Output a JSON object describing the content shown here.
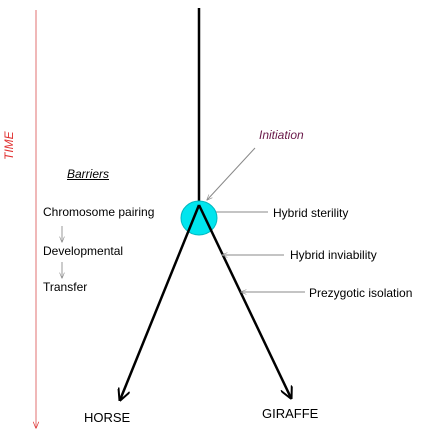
{
  "axis": {
    "label": "TIME",
    "color": "#e03030"
  },
  "barriers": {
    "heading": "Barriers",
    "items": [
      "Chromosome pairing",
      "Developmental",
      "Transfer"
    ]
  },
  "initiation_label": "Initiation",
  "effects": {
    "hybrid_sterility": "Hybrid sterility",
    "hybrid_inviability": "Hybrid inviability",
    "prezygotic_isolation": "Prezygotic isolation"
  },
  "species": {
    "left": "HORSE",
    "right": "GIRAFFE"
  },
  "colors": {
    "node": "#00e5ee",
    "time_arrow": "#e03030",
    "initiation_text": "#6a1a4a"
  }
}
